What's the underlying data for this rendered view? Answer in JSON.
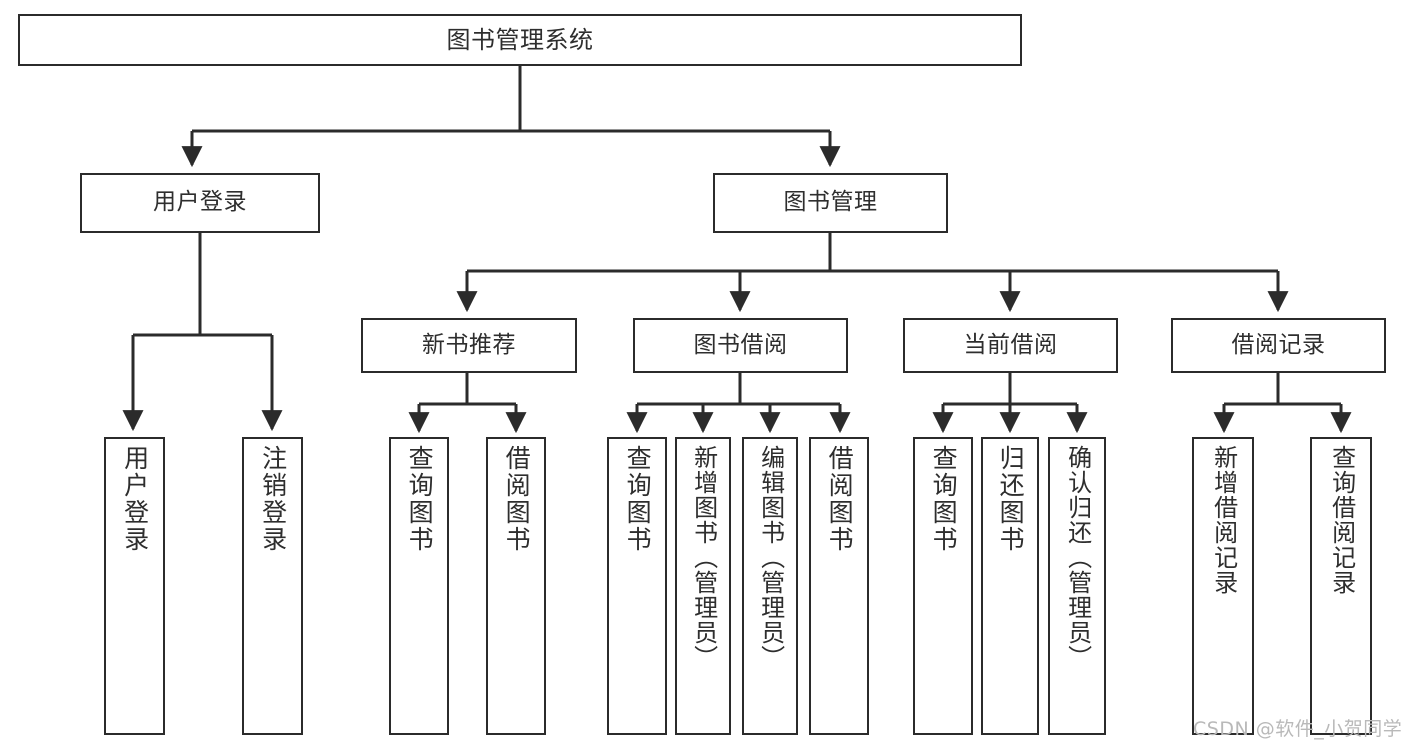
{
  "diagram": {
    "type": "tree-hierarchy",
    "title": "图书管理系统",
    "orientation": "top-down",
    "colors": {
      "box_border": "#2b2b2b",
      "box_fill": "#ffffff",
      "connector": "#2b2b2b",
      "text": "#2e2e2e",
      "watermark": "#b9b9b9",
      "background": "#ffffff"
    }
  },
  "nodes": {
    "root": {
      "label": "图书管理系统"
    },
    "level1": [
      {
        "id": "user-login",
        "label": "用户登录"
      },
      {
        "id": "book-management",
        "label": "图书管理"
      }
    ],
    "level2": [
      {
        "id": "new-book-recommend",
        "label": "新书推荐"
      },
      {
        "id": "book-borrow",
        "label": "图书借阅"
      },
      {
        "id": "current-borrow",
        "label": "当前借阅"
      },
      {
        "id": "borrow-record",
        "label": "借阅记录"
      }
    ],
    "leaves": {
      "user-login": [
        {
          "id": "leaf-user-login",
          "label": "用户登录"
        },
        {
          "id": "leaf-logout-login",
          "label": "注销登录"
        }
      ],
      "new-book-recommend": [
        {
          "id": "leaf-query-book-1",
          "label": "查询图书"
        },
        {
          "id": "leaf-borrow-book-1",
          "label": "借阅图书"
        }
      ],
      "book-borrow": [
        {
          "id": "leaf-query-book-2",
          "label": "查询图书"
        },
        {
          "id": "leaf-add-book-admin",
          "label": "新增图书（管理员）"
        },
        {
          "id": "leaf-edit-book-admin",
          "label": "编辑图书（管理员）"
        },
        {
          "id": "leaf-borrow-book-2",
          "label": "借阅图书"
        }
      ],
      "current-borrow": [
        {
          "id": "leaf-query-book-3",
          "label": "查询图书"
        },
        {
          "id": "leaf-return-book",
          "label": "归还图书"
        },
        {
          "id": "leaf-confirm-return-admin",
          "label": "确认归还（管理员）"
        }
      ],
      "borrow-record": [
        {
          "id": "leaf-add-borrow-record",
          "label": "新增借阅记录"
        },
        {
          "id": "leaf-query-borrow-record",
          "label": "查询借阅记录"
        }
      ]
    }
  },
  "watermark": {
    "text": "CSDN @软件_小贺同学"
  }
}
